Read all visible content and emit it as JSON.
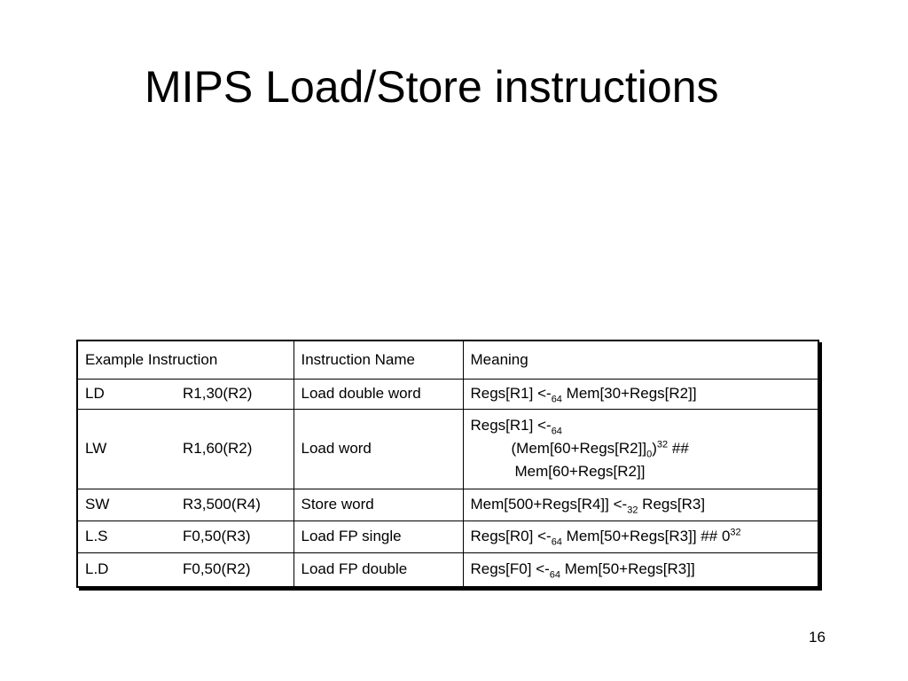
{
  "slide": {
    "title": "MIPS Load/Store instructions",
    "page_number": "16"
  },
  "table": {
    "headers": [
      "Example Instruction",
      "Instruction Name",
      "Meaning"
    ],
    "rows": [
      {
        "mnemonic": "LD",
        "operands": "R1,30(R2)",
        "name": "Load double word"
      },
      {
        "mnemonic": "LW",
        "operands": "R1,60(R2)",
        "name": "Load word"
      },
      {
        "mnemonic": "SW",
        "operands": "R3,500(R4)",
        "name": "Store word"
      },
      {
        "mnemonic": "L.S",
        "operands": "F0,50(R3)",
        "name": "Load FP single"
      },
      {
        "mnemonic": "L.D",
        "operands": "F0,50(R2)",
        "name": "Load FP double"
      }
    ],
    "meanings": {
      "ld": {
        "a": "Regs[R1] <-",
        "sub": "64",
        "b": " Mem[30+Regs[R2]]"
      },
      "lw": {
        "l1a": "Regs[R1] <-",
        "l1sub": "64",
        "l2a": "(Mem[60+Regs[R2]]",
        "l2sub": "0",
        "l2b": ")",
        "l2sup": "32",
        "l2c": " ##",
        "l3": "Mem[60+Regs[R2]]"
      },
      "sw": {
        "a": "Mem[500+Regs[R4]] <-",
        "sub": "32",
        "b": " Regs[R3]"
      },
      "ls": {
        "a": "Regs[R0] <-",
        "sub": "64",
        "b": " Mem[50+Regs[R3]] ## 0",
        "sup": "32"
      },
      "lfd": {
        "a": "Regs[F0] <-",
        "sub": "64",
        "b": " Mem[50+Regs[R3]]"
      }
    }
  }
}
